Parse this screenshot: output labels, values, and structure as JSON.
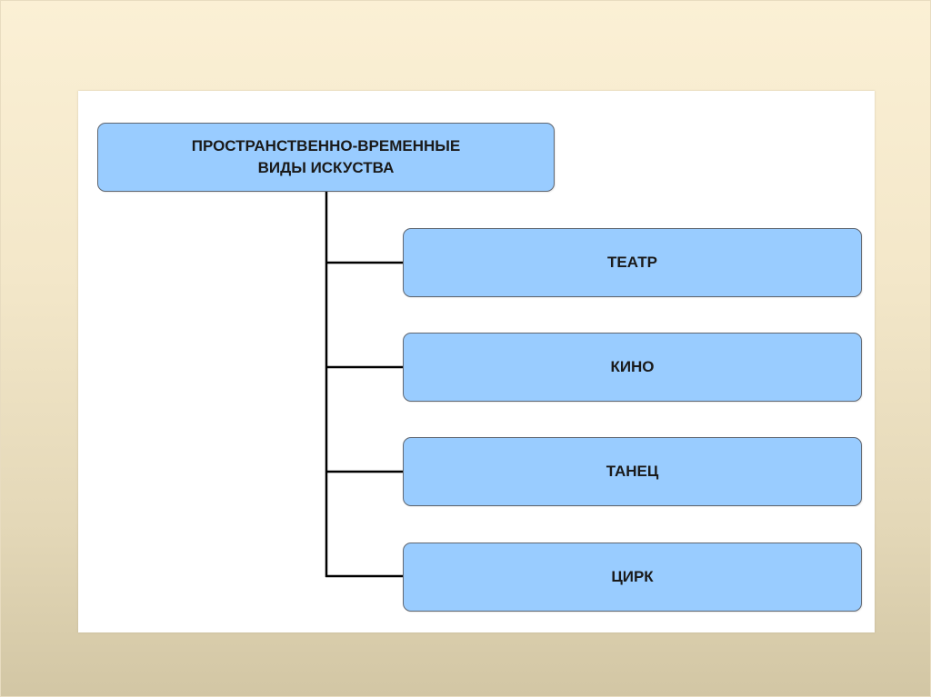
{
  "diagram": {
    "root": {
      "line1": "ПРОСТРАНСТВЕННО-ВРЕМЕННЫЕ",
      "line2": "ВИДЫ ИСКУСТВА"
    },
    "children": [
      {
        "label": "ТЕАТР"
      },
      {
        "label": "КИНО"
      },
      {
        "label": "ТАНЕЦ"
      },
      {
        "label": "ЦИРК"
      }
    ]
  },
  "colors": {
    "box_fill": "#99ccff",
    "box_border": "#5f6670",
    "connector": "#000000",
    "panel": "#ffffff",
    "background_top": "#fbf0d5",
    "background_bottom": "#d2c6a4"
  }
}
